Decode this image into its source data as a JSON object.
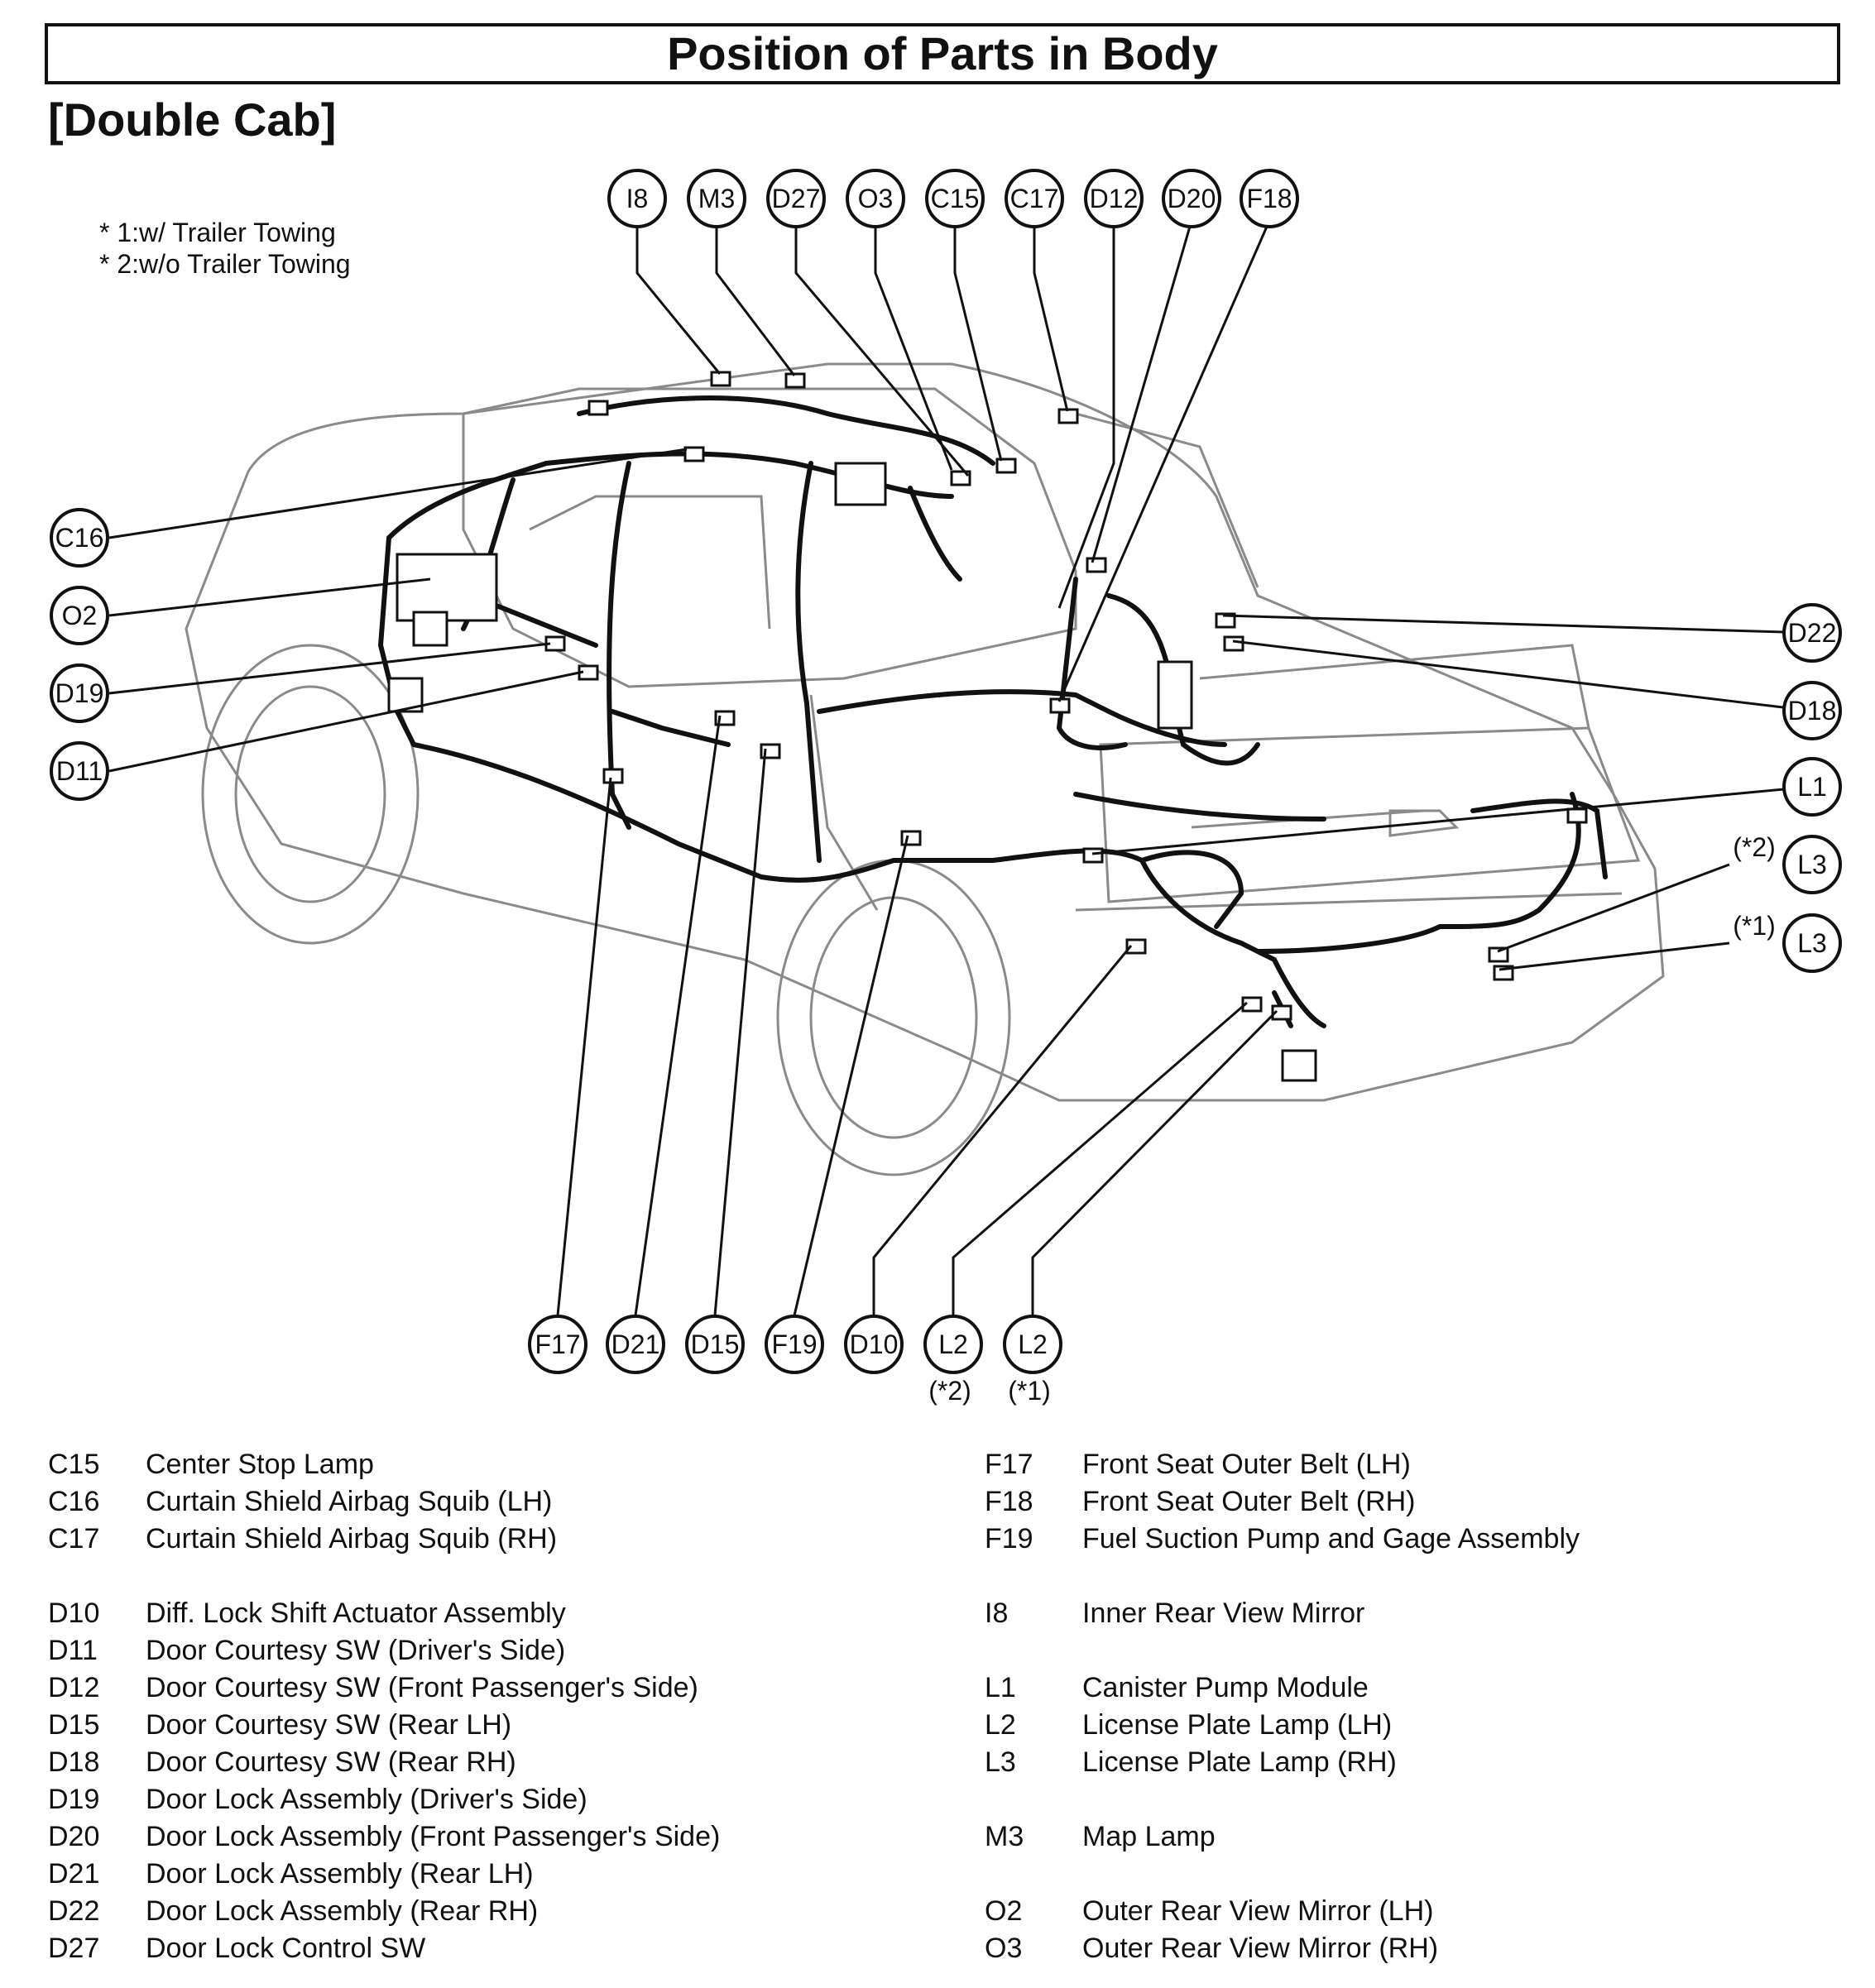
{
  "title": "Position of Parts in Body",
  "subtitle": "[Double Cab]",
  "notes": [
    "* 1:w/ Trailer Towing",
    "* 2:w/o Trailer Towing"
  ],
  "callouts": {
    "I8": "I8",
    "M3": "M3",
    "D27": "D27",
    "O3": "O3",
    "C15": "C15",
    "C17": "C17",
    "D12": "D12",
    "D20": "D20",
    "F18": "F18",
    "C16": "C16",
    "O2": "O2",
    "D19": "D19",
    "D11": "D11",
    "D22": "D22",
    "D18": "D18",
    "L1": "L1",
    "L3a": "L3",
    "L3b": "L3",
    "F17": "F17",
    "D21": "D21",
    "D15": "D15",
    "F19": "F19",
    "D10": "D10",
    "L2a": "L2",
    "L2b": "L2",
    "L3a_note": "(*2)",
    "L3b_note": "(*1)",
    "L2a_note": "(*2)",
    "L2b_note": "(*1)"
  },
  "legend_left": [
    {
      "code": "C15",
      "desc": "Center Stop Lamp"
    },
    {
      "code": "C16",
      "desc": "Curtain Shield Airbag Squib (LH)"
    },
    {
      "code": "C17",
      "desc": "Curtain Shield Airbag Squib (RH)"
    },
    {
      "code": "",
      "desc": ""
    },
    {
      "code": "D10",
      "desc": "Diff. Lock Shift Actuator Assembly"
    },
    {
      "code": "D11",
      "desc": "Door Courtesy SW (Driver's Side)"
    },
    {
      "code": "D12",
      "desc": "Door Courtesy SW (Front Passenger's Side)"
    },
    {
      "code": "D15",
      "desc": "Door Courtesy SW (Rear LH)"
    },
    {
      "code": "D18",
      "desc": "Door Courtesy SW (Rear RH)"
    },
    {
      "code": "D19",
      "desc": "Door Lock Assembly (Driver's Side)"
    },
    {
      "code": "D20",
      "desc": "Door Lock Assembly (Front Passenger's Side)"
    },
    {
      "code": "D21",
      "desc": "Door Lock Assembly (Rear LH)"
    },
    {
      "code": "D22",
      "desc": "Door Lock Assembly (Rear RH)"
    },
    {
      "code": "D27",
      "desc": "Door Lock Control SW"
    }
  ],
  "legend_right": [
    {
      "code": "F17",
      "desc": "Front Seat Outer Belt (LH)"
    },
    {
      "code": "F18",
      "desc": "Front Seat Outer Belt (RH)"
    },
    {
      "code": "F19",
      "desc": "Fuel Suction Pump and Gage Assembly"
    },
    {
      "code": "",
      "desc": ""
    },
    {
      "code": "I8",
      "desc": "Inner Rear View Mirror"
    },
    {
      "code": "",
      "desc": ""
    },
    {
      "code": "L1",
      "desc": "Canister Pump Module"
    },
    {
      "code": "L2",
      "desc": "License Plate Lamp (LH)"
    },
    {
      "code": "L3",
      "desc": "License Plate Lamp (RH)"
    },
    {
      "code": "",
      "desc": ""
    },
    {
      "code": "M3",
      "desc": "Map Lamp"
    },
    {
      "code": "",
      "desc": ""
    },
    {
      "code": "O2",
      "desc": "Outer Rear View Mirror (LH)"
    },
    {
      "code": "O3",
      "desc": "Outer Rear View Mirror (RH)"
    }
  ]
}
